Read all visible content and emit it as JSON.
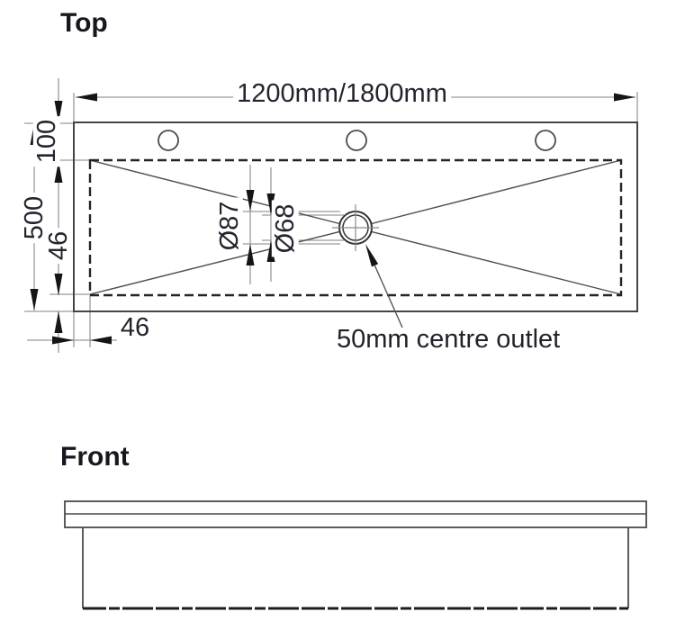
{
  "top_view": {
    "label": "Top",
    "dimensions": {
      "overall_width": "1200mm/1800mm",
      "overall_depth": "500",
      "rim_depth": "100",
      "bowl_inset_vertical": "46",
      "bowl_inset_horizontal": "46",
      "drain_outer_diameter": "Ø87",
      "drain_inner_diameter": "Ø68"
    },
    "outlet_note": "50mm centre outlet",
    "tap_hole_count": 3
  },
  "front_view": {
    "label": "Front"
  },
  "colors": {
    "background": "#ffffff",
    "outline": "#454545",
    "bowl_dashed": "#242424",
    "dimension_line": "#9a9a9a",
    "arrow": "#151515",
    "text": "#24242e"
  }
}
